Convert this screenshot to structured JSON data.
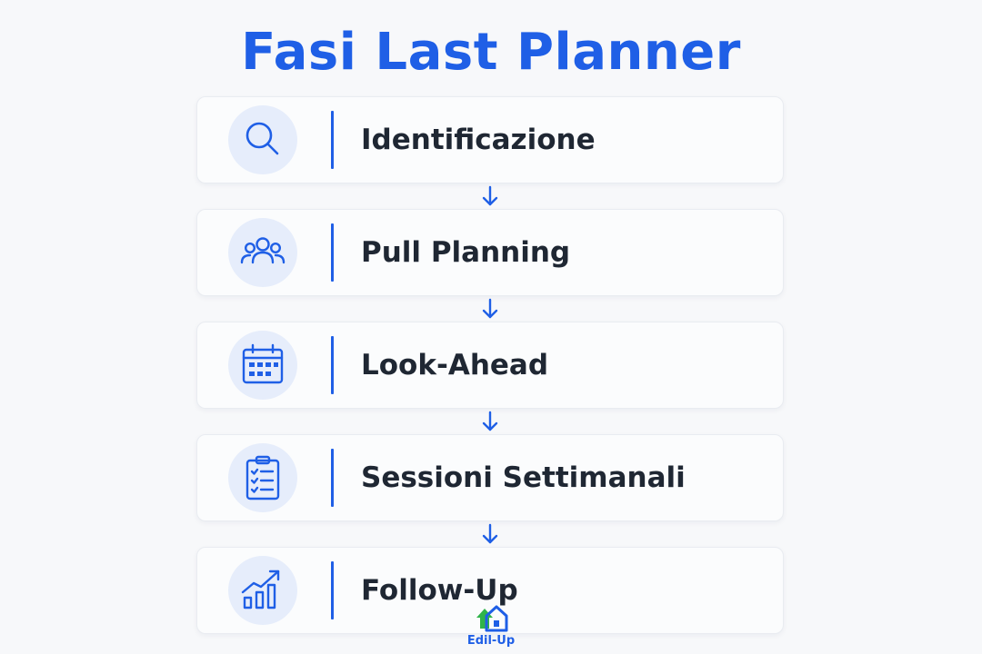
{
  "title": "Fasi Last Planner",
  "steps": [
    {
      "label": "Identificazione",
      "icon": "search-icon"
    },
    {
      "label": "Pull Planning",
      "icon": "people-group-icon"
    },
    {
      "label": "Look-Ahead",
      "icon": "calendar-icon"
    },
    {
      "label": "Sessioni Settimanali",
      "icon": "clipboard-checklist-icon"
    },
    {
      "label": "Follow-Up",
      "icon": "growth-chart-icon"
    }
  ],
  "brand": {
    "name": "Edil-Up",
    "logo_icon": "house-logo-icon"
  },
  "colors": {
    "accent": "#1f5fe6",
    "text": "#1f2733",
    "icon_bg": "#e6edfb",
    "card_bg": "#fbfcfd",
    "page_bg": "#f7f8fa",
    "logo_green": "#2fb44a"
  }
}
